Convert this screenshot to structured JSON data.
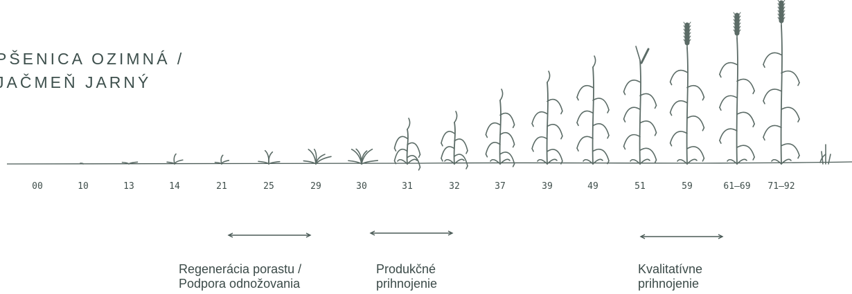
{
  "title": {
    "line1": "PŠENICA OZIMNÁ /",
    "line2": "JAČMEŇ JARNÝ"
  },
  "stages": [
    "00",
    "10",
    "13",
    "14",
    "21",
    "25",
    "29",
    "30",
    "31",
    "32",
    "37",
    "39",
    "49",
    "51",
    "59",
    "61-69",
    "71-92"
  ],
  "applications": [
    {
      "id": "regeneracia",
      "line1": "Regenerácia porastu /",
      "line2": "Podpora odnožovania",
      "from_stage": "21",
      "to_stage": "29"
    },
    {
      "id": "produkcne",
      "line1": "Produkčné",
      "line2": "prihnojenie",
      "from_stage": "30",
      "to_stage": "32"
    },
    {
      "id": "kvalitativne",
      "line1": "Kvalitatívne",
      "line2": "prihnojenie",
      "from_stage": "51",
      "to_stage": "61-69"
    }
  ],
  "colors": {
    "line": "#4a5a56",
    "text": "#3d4f4c",
    "plant": "#5b6b66"
  }
}
